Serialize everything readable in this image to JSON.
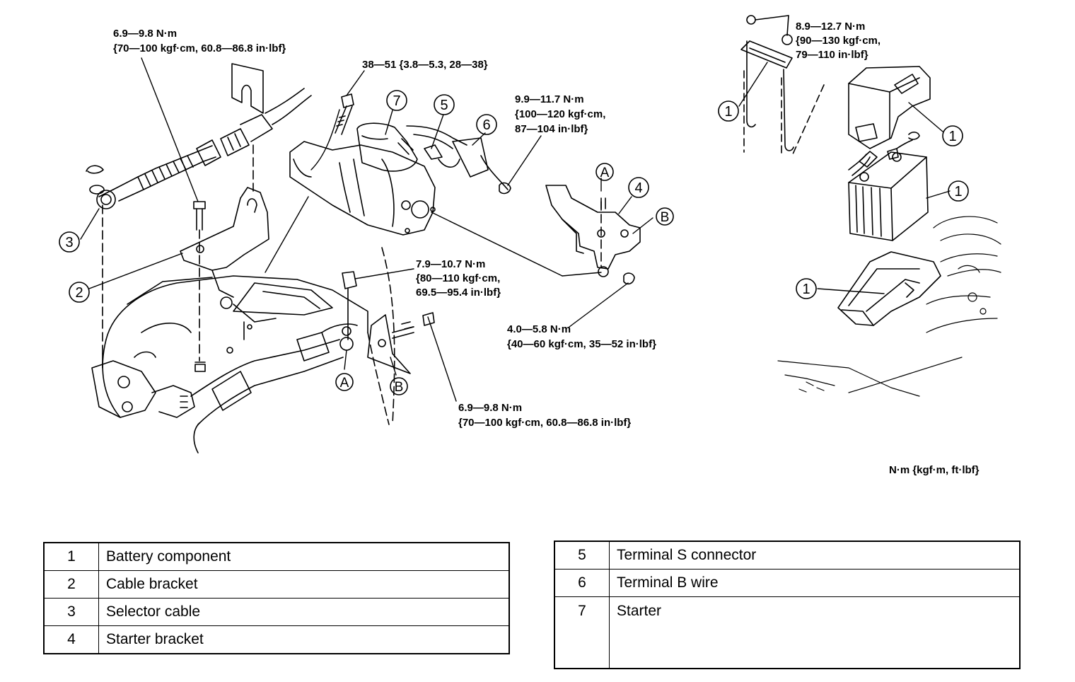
{
  "torque_specs": {
    "cable_bracket_bolt": [
      "6.9—9.8 N·m",
      "{70—100 kgf·cm, 60.8—86.8 in·lbf}"
    ],
    "starter_bolt": [
      "38—51 {3.8—5.3, 28—38}"
    ],
    "terminal_b_nut": [
      "9.9—11.7 N·m",
      "{100—120 kgf·cm,",
      "87—104 in·lbf}"
    ],
    "bracket_nut_a": [
      "7.9—10.7 N·m",
      "{80—110 kgf·cm,",
      "69.5—95.4 in·lbf}"
    ],
    "bracket_nut_b": [
      "4.0—5.8 N·m",
      "{40—60 kgf·cm, 35—52 in·lbf}"
    ],
    "bracket_bolt_b": [
      "6.9—9.8 N·m",
      "{70—100 kgf·cm, 60.8—86.8 in·lbf}"
    ],
    "battery_clamp_nut": [
      "8.9—12.7 N·m",
      "{90—130 kgf·cm,",
      "79—110 in·lbf}"
    ]
  },
  "unit_note": "N·m {kgf·m, ft·lbf}",
  "ref_letters": {
    "a": "A",
    "b": "B"
  },
  "callouts": {
    "n1": "1",
    "n2": "2",
    "n3": "3",
    "n4": "4",
    "n5": "5",
    "n6": "6",
    "n7": "7"
  },
  "legend_left": [
    {
      "num": "1",
      "label": "Battery component"
    },
    {
      "num": "2",
      "label": "Cable bracket"
    },
    {
      "num": "3",
      "label": "Selector cable"
    },
    {
      "num": "4",
      "label": "Starter bracket"
    }
  ],
  "legend_right": [
    {
      "num": "5",
      "label": "Terminal S connector"
    },
    {
      "num": "6",
      "label": "Terminal B wire"
    },
    {
      "num": "7",
      "label": "Starter"
    }
  ]
}
